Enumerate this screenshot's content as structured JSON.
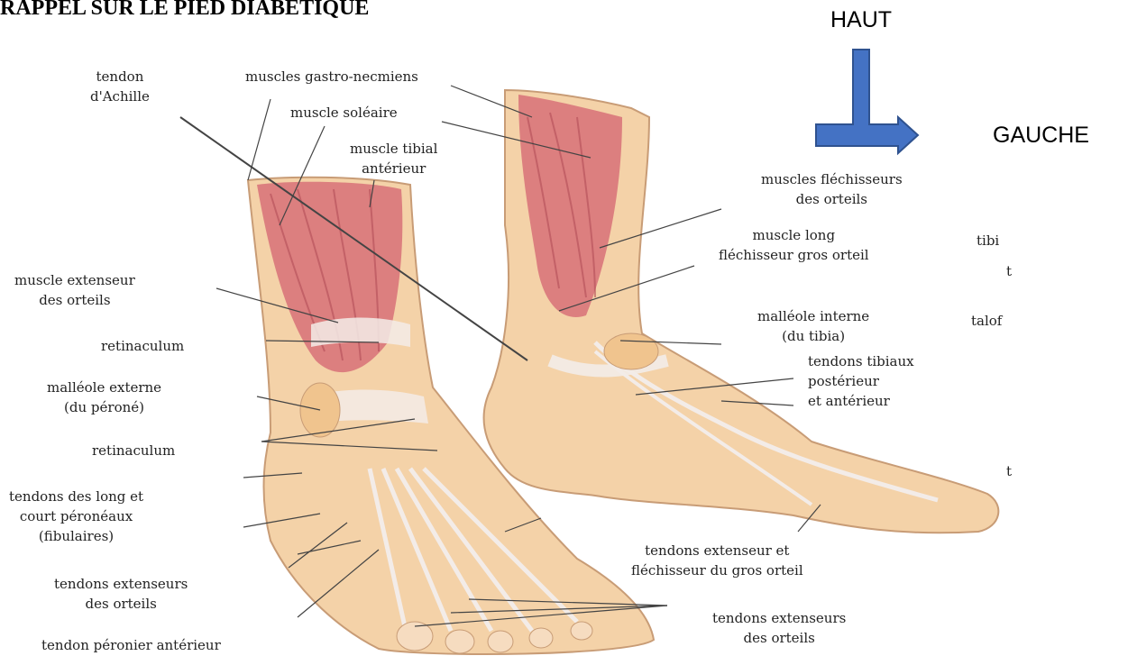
{
  "heading": "RAPPEL SUR LE PIED DIABETIQUE",
  "directions": {
    "up": "HAUT",
    "left": "GAUCHE"
  },
  "labels": {
    "tendon_achille": [
      "tendon",
      "d'Achille"
    ],
    "gastro": "muscles gastro-necmiens",
    "soleaire": "muscle soléaire",
    "tibial_ant": [
      "muscle tibial",
      "antérieur"
    ],
    "flechisseurs": [
      "muscles fléchisseurs",
      "des orteils"
    ],
    "long_flech": [
      "muscle long",
      "fléchisseur gros orteil"
    ],
    "extenseur": [
      "muscle extenseur",
      "des orteils"
    ],
    "retinaculum1": "retinaculum",
    "malleole_int": [
      "malléole interne",
      "(du tibia)"
    ],
    "tendons_tibiaux": [
      "tendons tibiaux",
      "postérieur",
      "et antérieur"
    ],
    "malleole_ext": [
      "malléole externe",
      "(du péroné)"
    ],
    "retinaculum2": "retinaculum",
    "peroneaux": [
      "tendons des long et",
      "court péronéaux",
      "(fibulaires)"
    ],
    "ext_flech_gros": [
      "tendons extenseur et",
      "fléchisseur du gros orteil"
    ],
    "tendons_ext_left": [
      "tendons extenseurs",
      "des orteils"
    ],
    "tendons_ext_right": [
      "tendons extenseurs",
      "des orteils"
    ],
    "peronier_ant": "tendon péronier antérieur",
    "cut_tibi": "tibi",
    "cut_talo": "talof",
    "cut_t1": "t",
    "cut_t2": "t"
  },
  "colors": {
    "arrow": "#4472c4",
    "arrow_stroke": "#2f528f",
    "muscle": "#d9757a",
    "skin": "#f4d2a8",
    "tendon": "#f3ece8"
  }
}
